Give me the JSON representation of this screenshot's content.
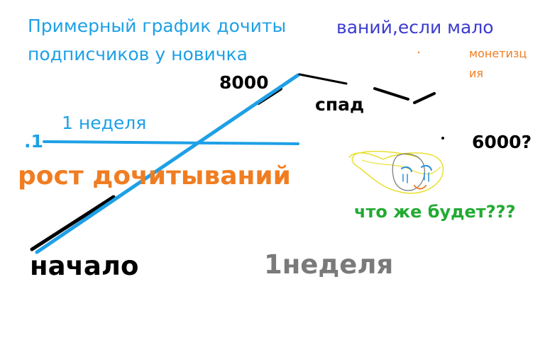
{
  "title_line1": "Примерный график дочиты",
  "title_cont": "ваний,если мало",
  "title_line2": "подписчиков у новичка",
  "label_8000": "8000",
  "label_spad": "спад",
  "label_monet1": "монетизц",
  "label_monet2": "ия",
  "label_week_top": "1 неделя",
  "label_one": ".1",
  "label_6000": "6000?",
  "label_growth": "рост дочитываний",
  "label_what": "что же будет???",
  "label_start": "начало",
  "label_week_bottom": "1неделя",
  "colors": {
    "title": "#1ea0e6",
    "title_cont": "#3b3bd0",
    "orange": "#f07d22",
    "green": "#22aa33",
    "gray": "#7a7a7a",
    "black": "#000000",
    "line_blue": "#1ea0e6",
    "scribble": "#e8e030"
  }
}
